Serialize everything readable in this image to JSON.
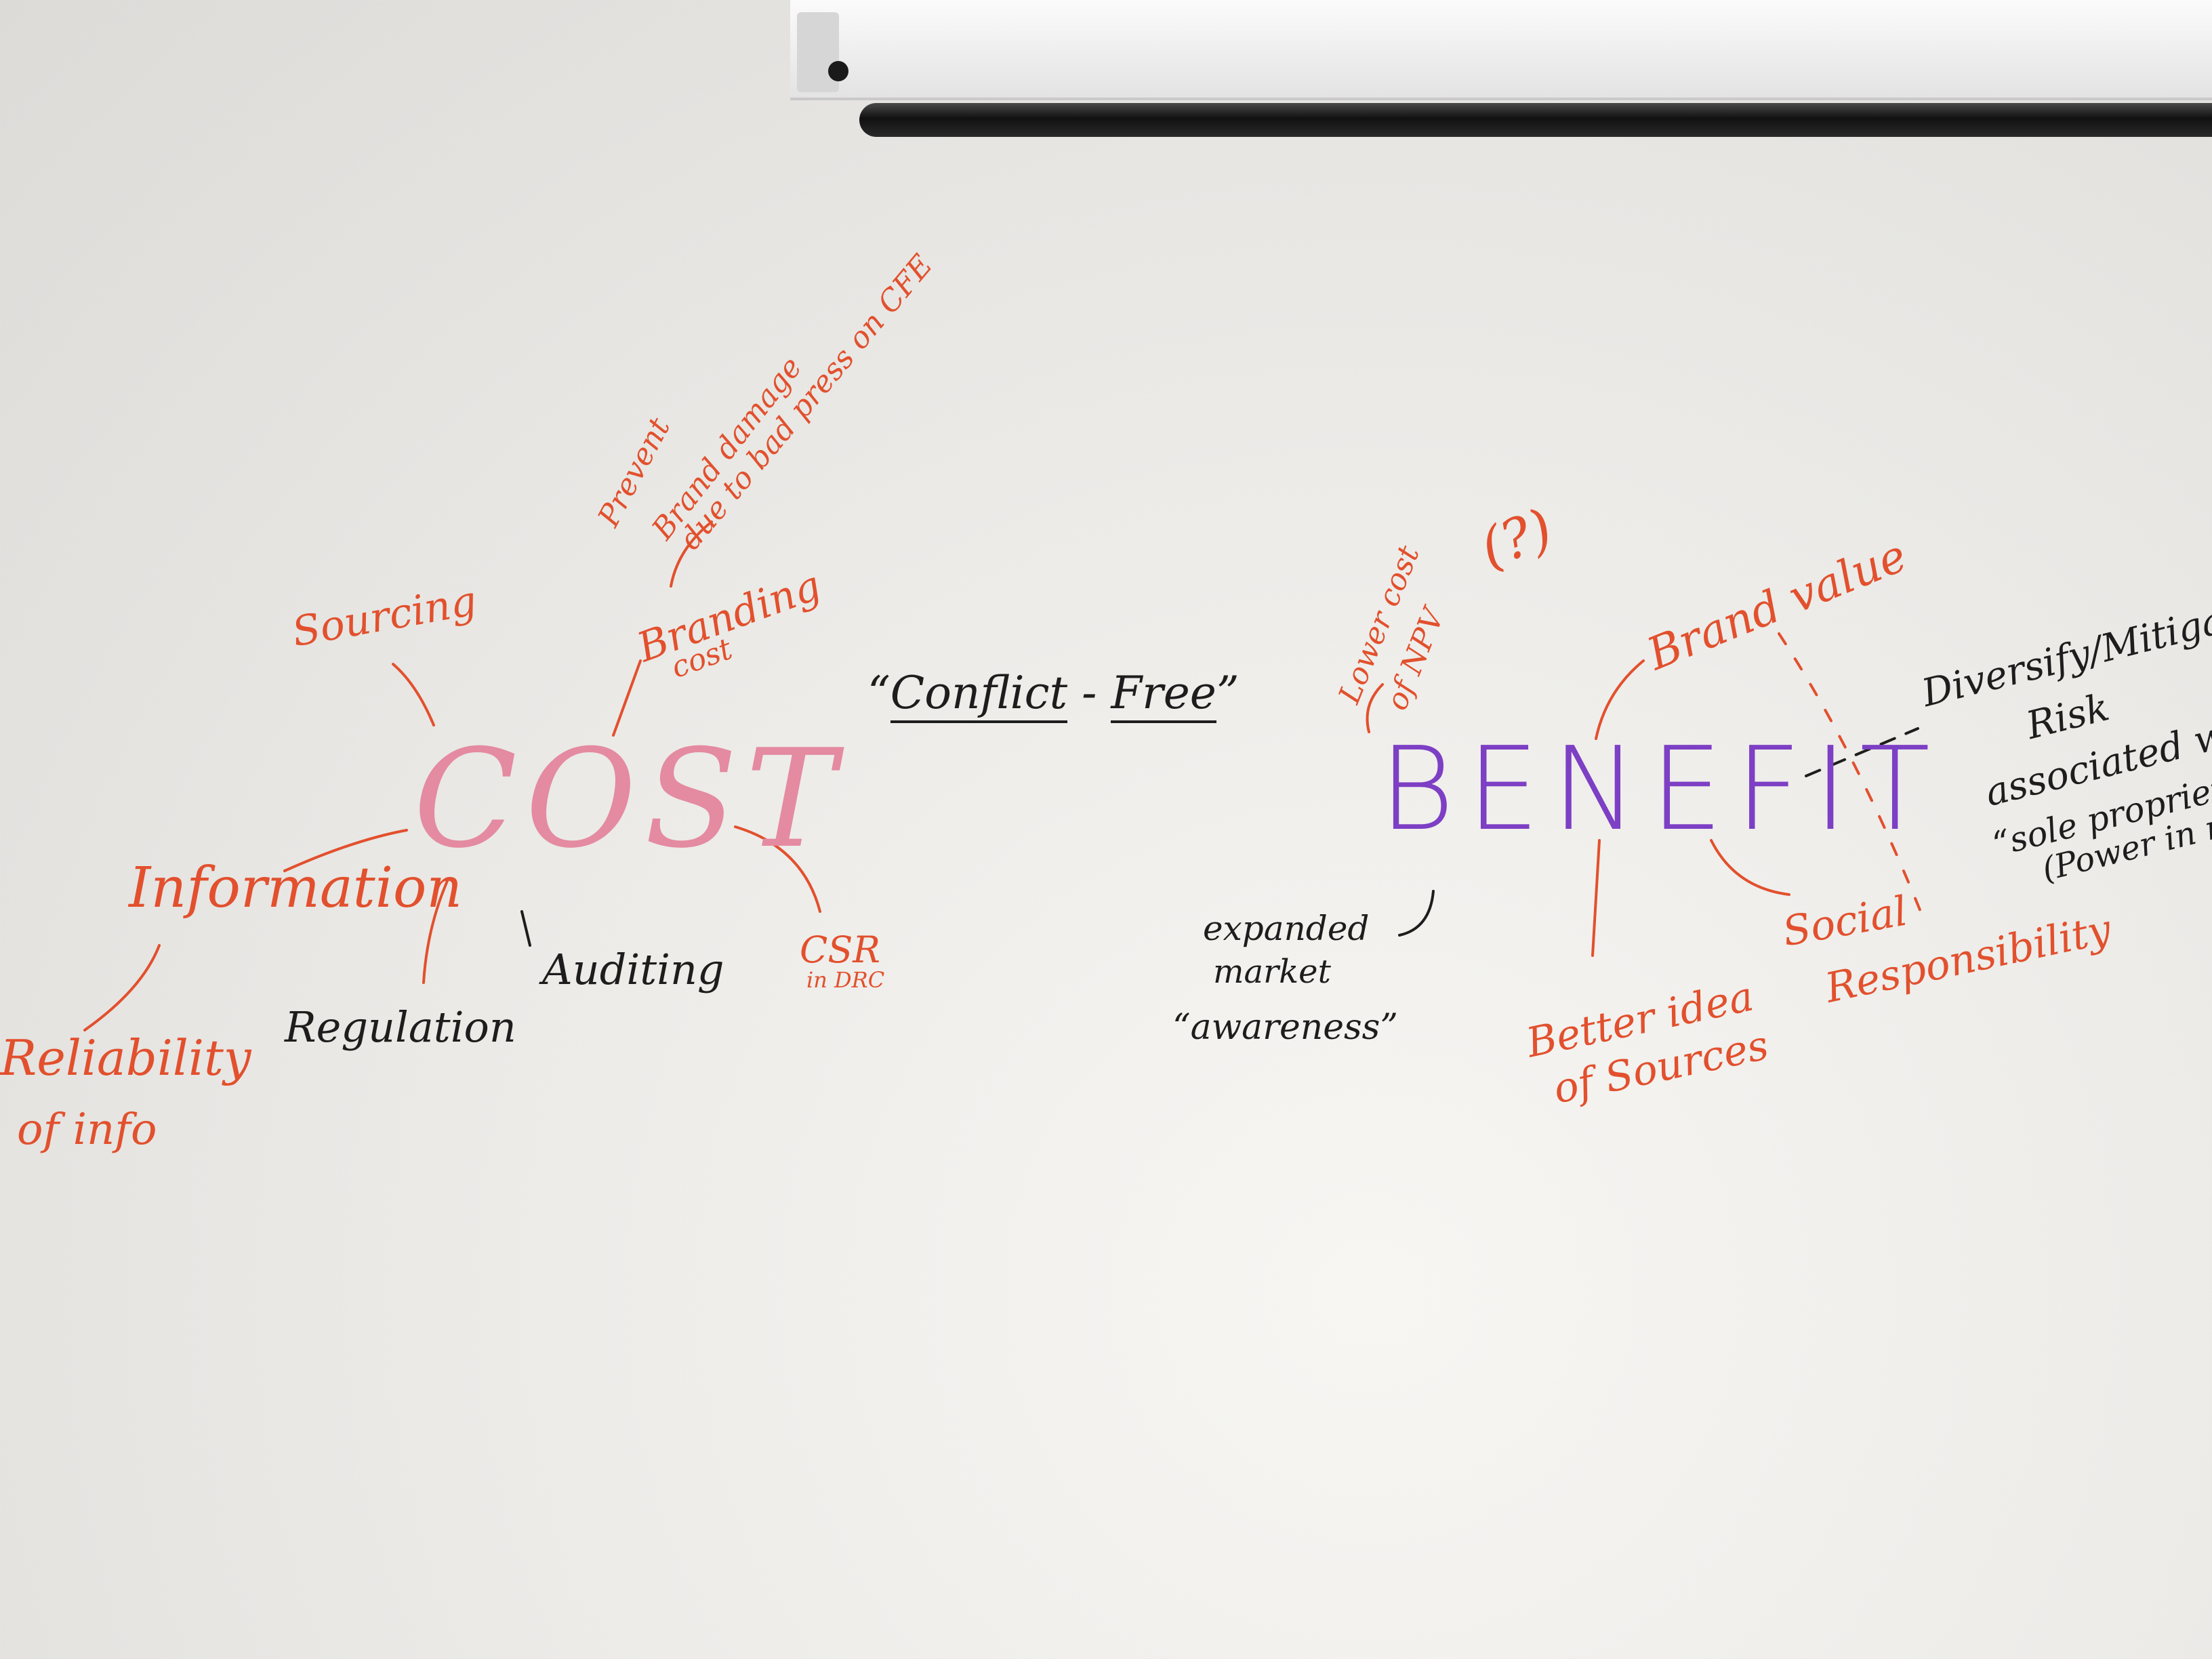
{
  "cost_map": {
    "center": "COST",
    "prevent_line1": "Prevent",
    "prevent_line2": "Brand damage",
    "prevent_line3": "due to bad press on CFE",
    "sourcing": "Sourcing",
    "branding_line1": "Branding",
    "branding_line2": "cost",
    "information": "Information",
    "reliability_line1": "Reliability",
    "reliability_line2": "of info",
    "regulation": "Regulation",
    "auditing": "Auditing",
    "csr_line1": "CSR",
    "csr_line2": "in DRC"
  },
  "conflict_free": {
    "open_quote": "“",
    "word1": "Conflict",
    "dash": "-",
    "word2": "Free",
    "close_quote": "”"
  },
  "benefit_map": {
    "center": "BENEFIT",
    "lower_line1": "Lower cost",
    "lower_line2": "of NPV",
    "question": "(?)",
    "brand_value": "Brand value",
    "diversify_line1": "Diversify/Mitigate",
    "diversify_line2": "Risk",
    "diversify_line3": "associated wit",
    "diversify_line4": "“sole proprietors",
    "diversify_line5": "(Power in m",
    "expanded_line1": "expanded",
    "expanded_line2": "market",
    "awareness": "“awareness”",
    "better_line1": "Better idea",
    "better_line2": "of Sources",
    "social_line1": "Social",
    "social_line2": "Responsibility"
  },
  "colors": {
    "board": "#ecebe8",
    "red_marker": "#e2502d",
    "black_marker": "#1d1d1d",
    "purple_marker": "#7d3fc4",
    "pink_marker": "#e48aa1",
    "projector_bar": "#1a1a1a"
  }
}
